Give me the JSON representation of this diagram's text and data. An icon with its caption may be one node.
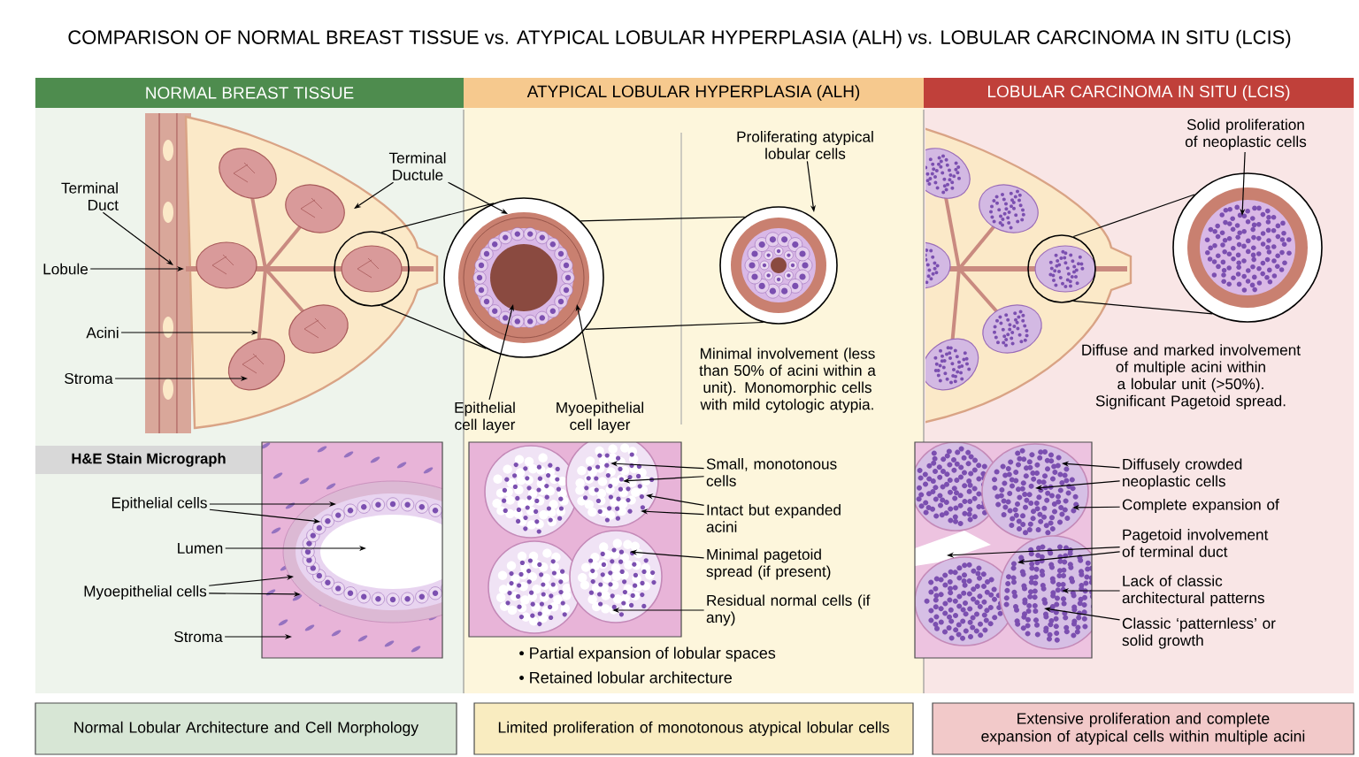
{
  "diagram": {
    "title": "COMPARISON OF NORMAL BREAST TISSUE vs. ATYPICAL LOBULAR HYPERPLASIA (ALH) vs. LOBULAR CARCINOMA IN SITU (LCIS)",
    "nodes": [
      {
        "text": [
          "NORMAL BREAST TISSUE"
        ]
      },
      {
        "text": [
          "ATYPICAL LOBULAR HYPERPLASIA (ALH)"
        ]
      },
      {
        "text": [
          "LOBULAR CARCINOMA IN SITU (LCIS)"
        ]
      },
      {
        "text": [
          "H&E Stain Micrograph"
        ]
      },
      {
        "text": [
          "Normal Lobular Architecture and Cell Morphology"
        ]
      },
      {
        "text": [
          "Limited proliferation of monotonous atypical lobular cells"
        ]
      },
      {
        "text": [
          "Extensive proliferation and complete expansion of atypical cells within multiple acini"
        ]
      },
      {
        "text": [
          "Terminal Duct"
        ]
      },
      {
        "text": [
          "Lobule"
        ]
      },
      {
        "text": [
          "Acini"
        ]
      },
      {
        "text": [
          "Stroma"
        ]
      },
      {
        "text": [
          "Terminal Ductule"
        ]
      },
      {
        "text": [
          "Epithelial cell layer"
        ]
      },
      {
        "text": [
          "Myoepithelial cell layer"
        ]
      },
      {
        "text": [
          "Proliferating atypical lobular cells"
        ]
      },
      {
        "text": [
          "Epithelial cells"
        ]
      },
      {
        "text": [
          "Lumen"
        ]
      },
      {
        "text": [
          "Myoepithelial cells"
        ]
      },
      {
        "text": [
          "Stroma"
        ]
      },
      {
        "text": [
          "Small, monotonous cells"
        ]
      },
      {
        "text": [
          "Intact but expanded acini"
        ]
      },
      {
        "text": [
          "Minimal pagetoid spread (if present)"
        ]
      },
      {
        "text": [
          "Residual normal cells (if any)"
        ]
      },
      {
        "text": [
          "Solid proliferation of neoplastic cells"
        ]
      },
      {
        "text": [
          "Diffusely crowded neoplastic cells"
        ]
      },
      {
        "text": [
          "Complete expansion of"
        ]
      },
      {
        "text": [
          "Pagetoid involvement of terminal duct"
        ]
      },
      {
        "text": [
          "Lack of classic architectural patterns"
        ]
      },
      {
        "text": [
          "Classic ‘patternless’ or solid growth"
        ]
      },
      {
        "text": [],
        "shape": "picture"
      },
      {
        "text": [],
        "shape": "circle",
        "in": 29
      },
      {
        "text": [],
        "shape": "circle"
      },
      {
        "text": [],
        "shape": "circle"
      },
      {
        "text": [],
        "shape": "picture"
      },
      {
        "text": [],
        "shape": "circle",
        "in": 33
      },
      {
        "text": [],
        "shape": "circle"
      },
      {
        "text": [],
        "shape": "picture"
      },
      {
        "text": [],
        "shape": "picture"
      },
      {
        "text": [],
        "shape": "picture"
      }
    ],
    "edges": [
      {
        "from": 7,
        "to": 29,
        "arrow": "to"
      },
      {
        "from": 8,
        "to": 29,
        "arrow": "to"
      },
      {
        "from": 9,
        "to": 29,
        "arrow": "to"
      },
      {
        "from": 10,
        "to": 29,
        "arrow": "to"
      },
      {
        "from": 11,
        "to": 29,
        "arrow": "to"
      },
      {
        "from": 11,
        "to": 31,
        "arrow": "to"
      },
      {
        "from": 12,
        "to": 31,
        "arrow": "to"
      },
      {
        "from": 13,
        "to": 31,
        "arrow": "to"
      },
      {
        "from": 14,
        "to": 32,
        "arrow": "to"
      },
      {
        "from": 15,
        "to": 36,
        "arrow": "to"
      },
      {
        "from": 15,
        "to": 36,
        "arrow": "to"
      },
      {
        "from": 16,
        "to": 36,
        "arrow": "to"
      },
      {
        "from": 17,
        "to": 36,
        "arrow": "to"
      },
      {
        "from": 17,
        "to": 36,
        "arrow": "to"
      },
      {
        "from": 18,
        "to": 36,
        "arrow": "to"
      },
      {
        "from": 19,
        "to": 37,
        "arrow": "to"
      },
      {
        "from": 19,
        "to": 37,
        "arrow": "to"
      },
      {
        "from": 20,
        "to": 37,
        "arrow": "to"
      },
      {
        "from": 20,
        "to": 37,
        "arrow": "to"
      },
      {
        "from": 21,
        "to": 37,
        "arrow": "to"
      },
      {
        "from": 22,
        "to": 37,
        "arrow": "to"
      },
      {
        "from": 23,
        "to": 35,
        "arrow": "to"
      },
      {
        "from": 24,
        "to": 38,
        "arrow": "to"
      },
      {
        "from": 24,
        "to": 38,
        "arrow": "to"
      },
      {
        "from": 25,
        "to": 38,
        "arrow": "to"
      },
      {
        "from": 26,
        "to": 38,
        "arrow": "to"
      },
      {
        "from": 26,
        "to": 38,
        "arrow": "to"
      },
      {
        "from": 27,
        "to": 38,
        "arrow": "to"
      },
      {
        "from": 28,
        "to": 38,
        "arrow": "to"
      },
      {
        "from": 30,
        "to": 31,
        "arrow": "none"
      },
      {
        "from": 30,
        "to": 31,
        "arrow": "none"
      },
      {
        "from": 31,
        "to": 32,
        "arrow": "none"
      },
      {
        "from": 31,
        "to": 32,
        "arrow": "none"
      },
      {
        "from": 34,
        "to": 35,
        "arrow": "none"
      },
      {
        "from": 34,
        "to": 35,
        "arrow": "none"
      }
    ],
    "labels": [
      "Minimal involvement (less than 50% of acini within a unit). Monomorphic cells with mild cytologic atypia.",
      "Diffuse and marked involvement of multiple acini within a lobular unit (>50%). Significant Pagetoid spread.",
      "• Partial expansion of lobular spaces",
      "• Retained lobular architecture"
    ]
  }
}
